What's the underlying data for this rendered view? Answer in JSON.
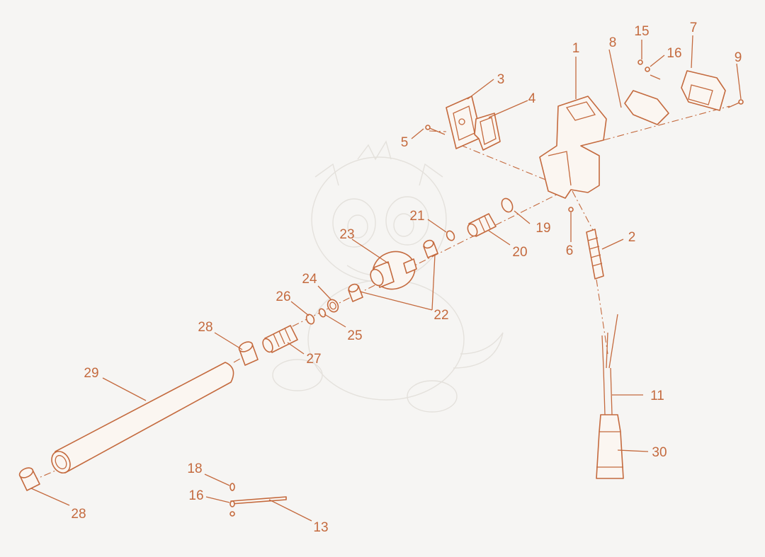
{
  "diagram": {
    "color": "#c46a3e",
    "labels": {
      "l1": "1",
      "l2": "2",
      "l3": "3",
      "l4": "4",
      "l5": "5",
      "l6": "6",
      "l7": "7",
      "l8": "8",
      "l9": "9",
      "l11": "11",
      "l13": "13",
      "l15": "15",
      "l16a": "16",
      "l16b": "16",
      "l18": "18",
      "l19": "19",
      "l20": "20",
      "l21": "21",
      "l22": "22",
      "l23": "23",
      "l24": "24",
      "l25": "25",
      "l26": "26",
      "l27": "27",
      "l28a": "28",
      "l28b": "28",
      "l29": "29",
      "l30": "30"
    }
  }
}
